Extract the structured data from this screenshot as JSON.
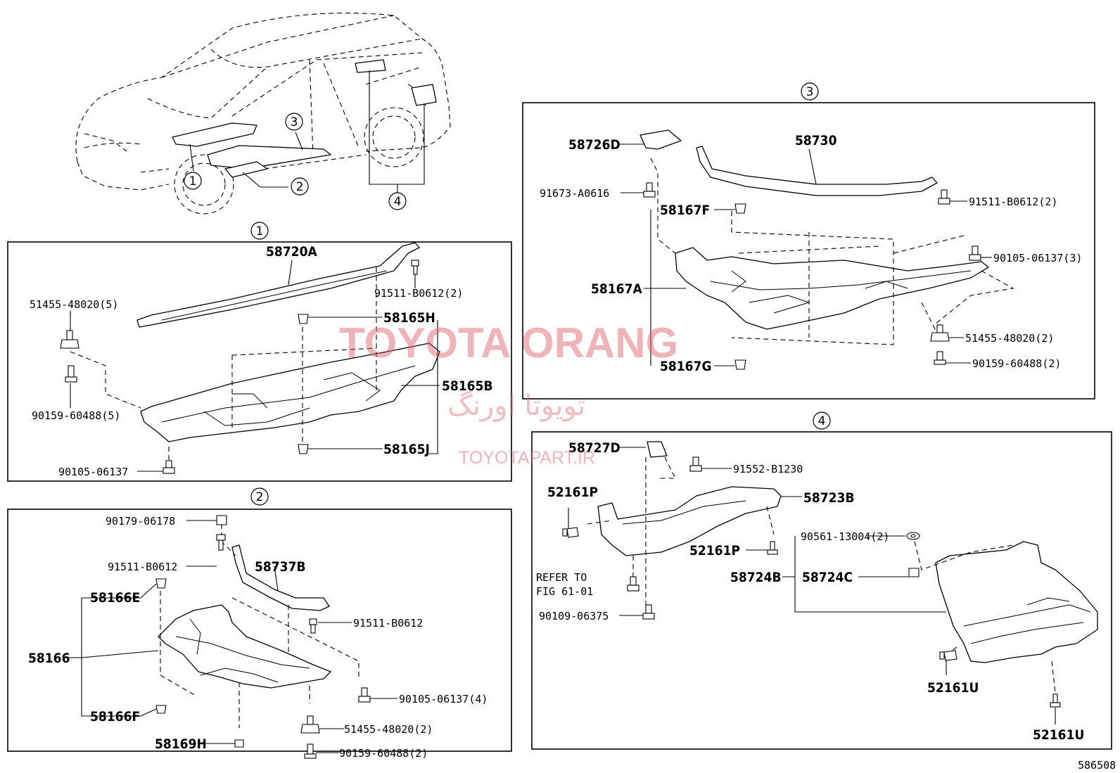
{
  "sections": {
    "s1": "1",
    "s2": "2",
    "s3": "3",
    "s4": "4"
  },
  "overview": {
    "c1": "1",
    "c2": "2",
    "c3": "3",
    "c4": "4"
  },
  "labels": {
    "p58720A": "58720A",
    "p91511_B0612_2a": "91511-B0612(2)",
    "p51455_48020_5": "51455-48020(5)",
    "p58165H": "58165H",
    "p58165B": "58165B",
    "p90159_60488_5": "90159-60488(5)",
    "p58165J": "58165J",
    "p90105_06137a": "90105-06137",
    "p90179_06178": "90179-06178",
    "p91511_B0612a": "91511-B0612",
    "p58737B": "58737B",
    "p58166E": "58166E",
    "p58166": "58166",
    "p91511_B0612b": "91511-B0612",
    "p58166F": "58166F",
    "p90105_06137_4": "90105-06137(4)",
    "p51455_48020_2a": "51455-48020(2)",
    "p58169H": "58169H",
    "p90159_60488_2a": "90159-60488(2)",
    "p58726D": "58726D",
    "p58730": "58730",
    "p91673_A0616": "91673-A0616",
    "p58167F": "58167F",
    "p91511_B0612_2b": "91511-B0612(2)",
    "p90105_06137_3": "90105-06137(3)",
    "p58167A": "58167A",
    "p51455_48020_2b": "51455-48020(2)",
    "p58167G": "58167G",
    "p90159_60488_2b": "90159-60488(2)",
    "p58727D": "58727D",
    "p91552_B1230": "91552-B1230",
    "p52161P_a": "52161P",
    "p58723B": "58723B",
    "p52161P_b": "52161P",
    "p90561_13004_2": "90561-13004(2)",
    "p58724B": "58724B",
    "p58724C": "58724C",
    "refer1": "REFER TO",
    "refer2": "FIG 61-01",
    "p90109_06375": "90109-06375",
    "p52161U_a": "52161U",
    "p52161U_b": "52161U"
  },
  "watermark": {
    "main": "TOYOTA ORANG",
    "persian": "تویوتا اورنگ",
    "site": "TOYOTAPART.IR"
  },
  "figure_number": "586508"
}
